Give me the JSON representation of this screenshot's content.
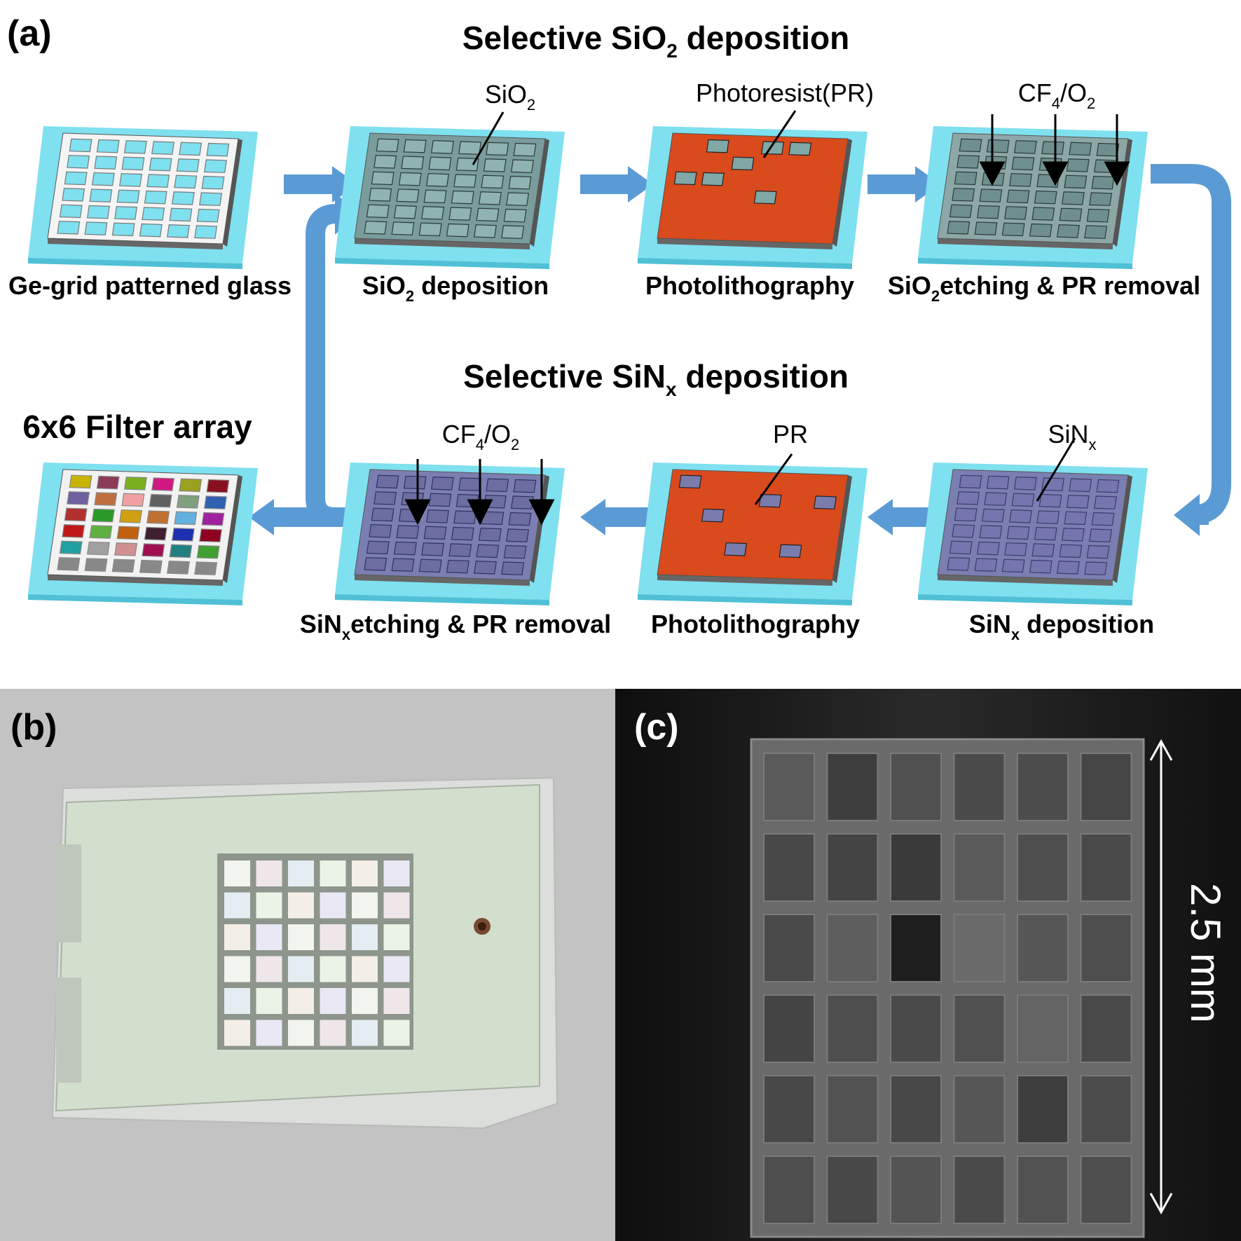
{
  "panel_labels": {
    "a": "(a)",
    "b": "(b)",
    "c": "(c)"
  },
  "section_titles": {
    "sio2": {
      "pre": "Selective SiO",
      "sub": "2",
      "post": " deposition"
    },
    "sinx": {
      "pre": "Selective SiN",
      "sub": "x",
      "post": " deposition"
    }
  },
  "filter_array_title": "6x6 Filter array",
  "step_labels": {
    "ge_grid": {
      "pre": "Ge-grid patterned glass",
      "sub": "",
      "post": ""
    },
    "sio2_dep": {
      "pre": "SiO",
      "sub": "2",
      "post": " deposition"
    },
    "photo1": {
      "pre": "Photolithography",
      "sub": "",
      "post": ""
    },
    "sio2_etch": {
      "pre": "SiO",
      "sub": "2",
      "post": "etching & PR removal"
    },
    "sinx_dep": {
      "pre": "SiN",
      "sub": "x",
      "post": " deposition"
    },
    "photo2": {
      "pre": "Photolithography",
      "sub": "",
      "post": ""
    },
    "sinx_etch": {
      "pre": "SiN",
      "sub": "x",
      "post": "etching & PR removal"
    }
  },
  "callouts": {
    "sio2": {
      "pre": "SiO",
      "sub": "2",
      "post": ""
    },
    "pr1": {
      "pre": "Photoresist(PR)",
      "sub": "",
      "post": ""
    },
    "cf4o2_top": {
      "pre": "CF",
      "sub": "4",
      "mid": "/O",
      "sub2": "2"
    },
    "sinx": {
      "pre": "SiN",
      "sub": "x",
      "post": ""
    },
    "pr2": {
      "pre": "PR",
      "sub": "",
      "post": ""
    },
    "cf4o2_bottom": {
      "pre": "CF",
      "sub": "4",
      "mid": "/O",
      "sub2": "2"
    }
  },
  "scale_label": "2.5 mm",
  "colors": {
    "arrow": "#5b9bd5",
    "glass": "#7fe0ef",
    "sio2_film": "#7a9c9c",
    "photoresist": "#d94a1c",
    "sinx_film": "#7b7eb0",
    "photo_b_bg": "#c8cac9",
    "photo_c_bg": "#1c1c1c"
  },
  "filter_colors": [
    [
      "#c8b400",
      "#8c3a5a",
      "#7ab020",
      "#d01880",
      "#9aa020",
      "#8a1020"
    ],
    [
      "#7060a0",
      "#c07040",
      "#f0a0a0",
      "#606060",
      "#80a080",
      "#3060b0"
    ],
    [
      "#b03030",
      "#2a9a2a",
      "#d0a010",
      "#c07030",
      "#60b0e0",
      "#a020a0"
    ],
    [
      "#c01818",
      "#60b040",
      "#c06010",
      "#402030",
      "#1c30b0",
      "#900020"
    ],
    [
      "#20a0a0",
      "#a0a0a0",
      "#d09090",
      "#a01050",
      "#208080",
      "#40a030"
    ]
  ]
}
